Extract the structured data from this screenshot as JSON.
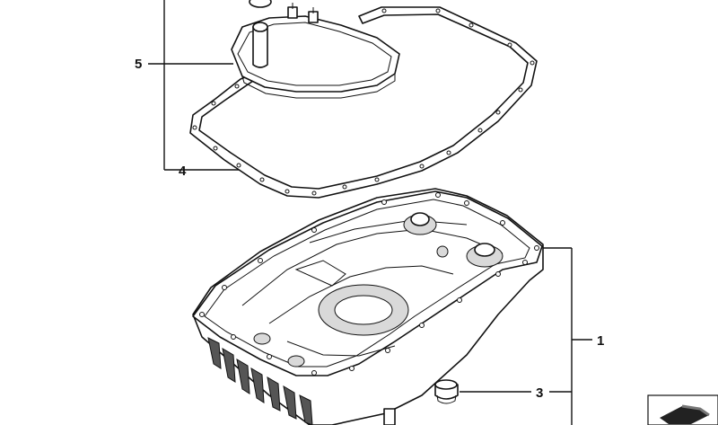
{
  "callouts": {
    "c1": "1",
    "c3": "3",
    "c4": "4",
    "c5": "5"
  },
  "icons": {
    "corner": "part-symbol-icon"
  }
}
